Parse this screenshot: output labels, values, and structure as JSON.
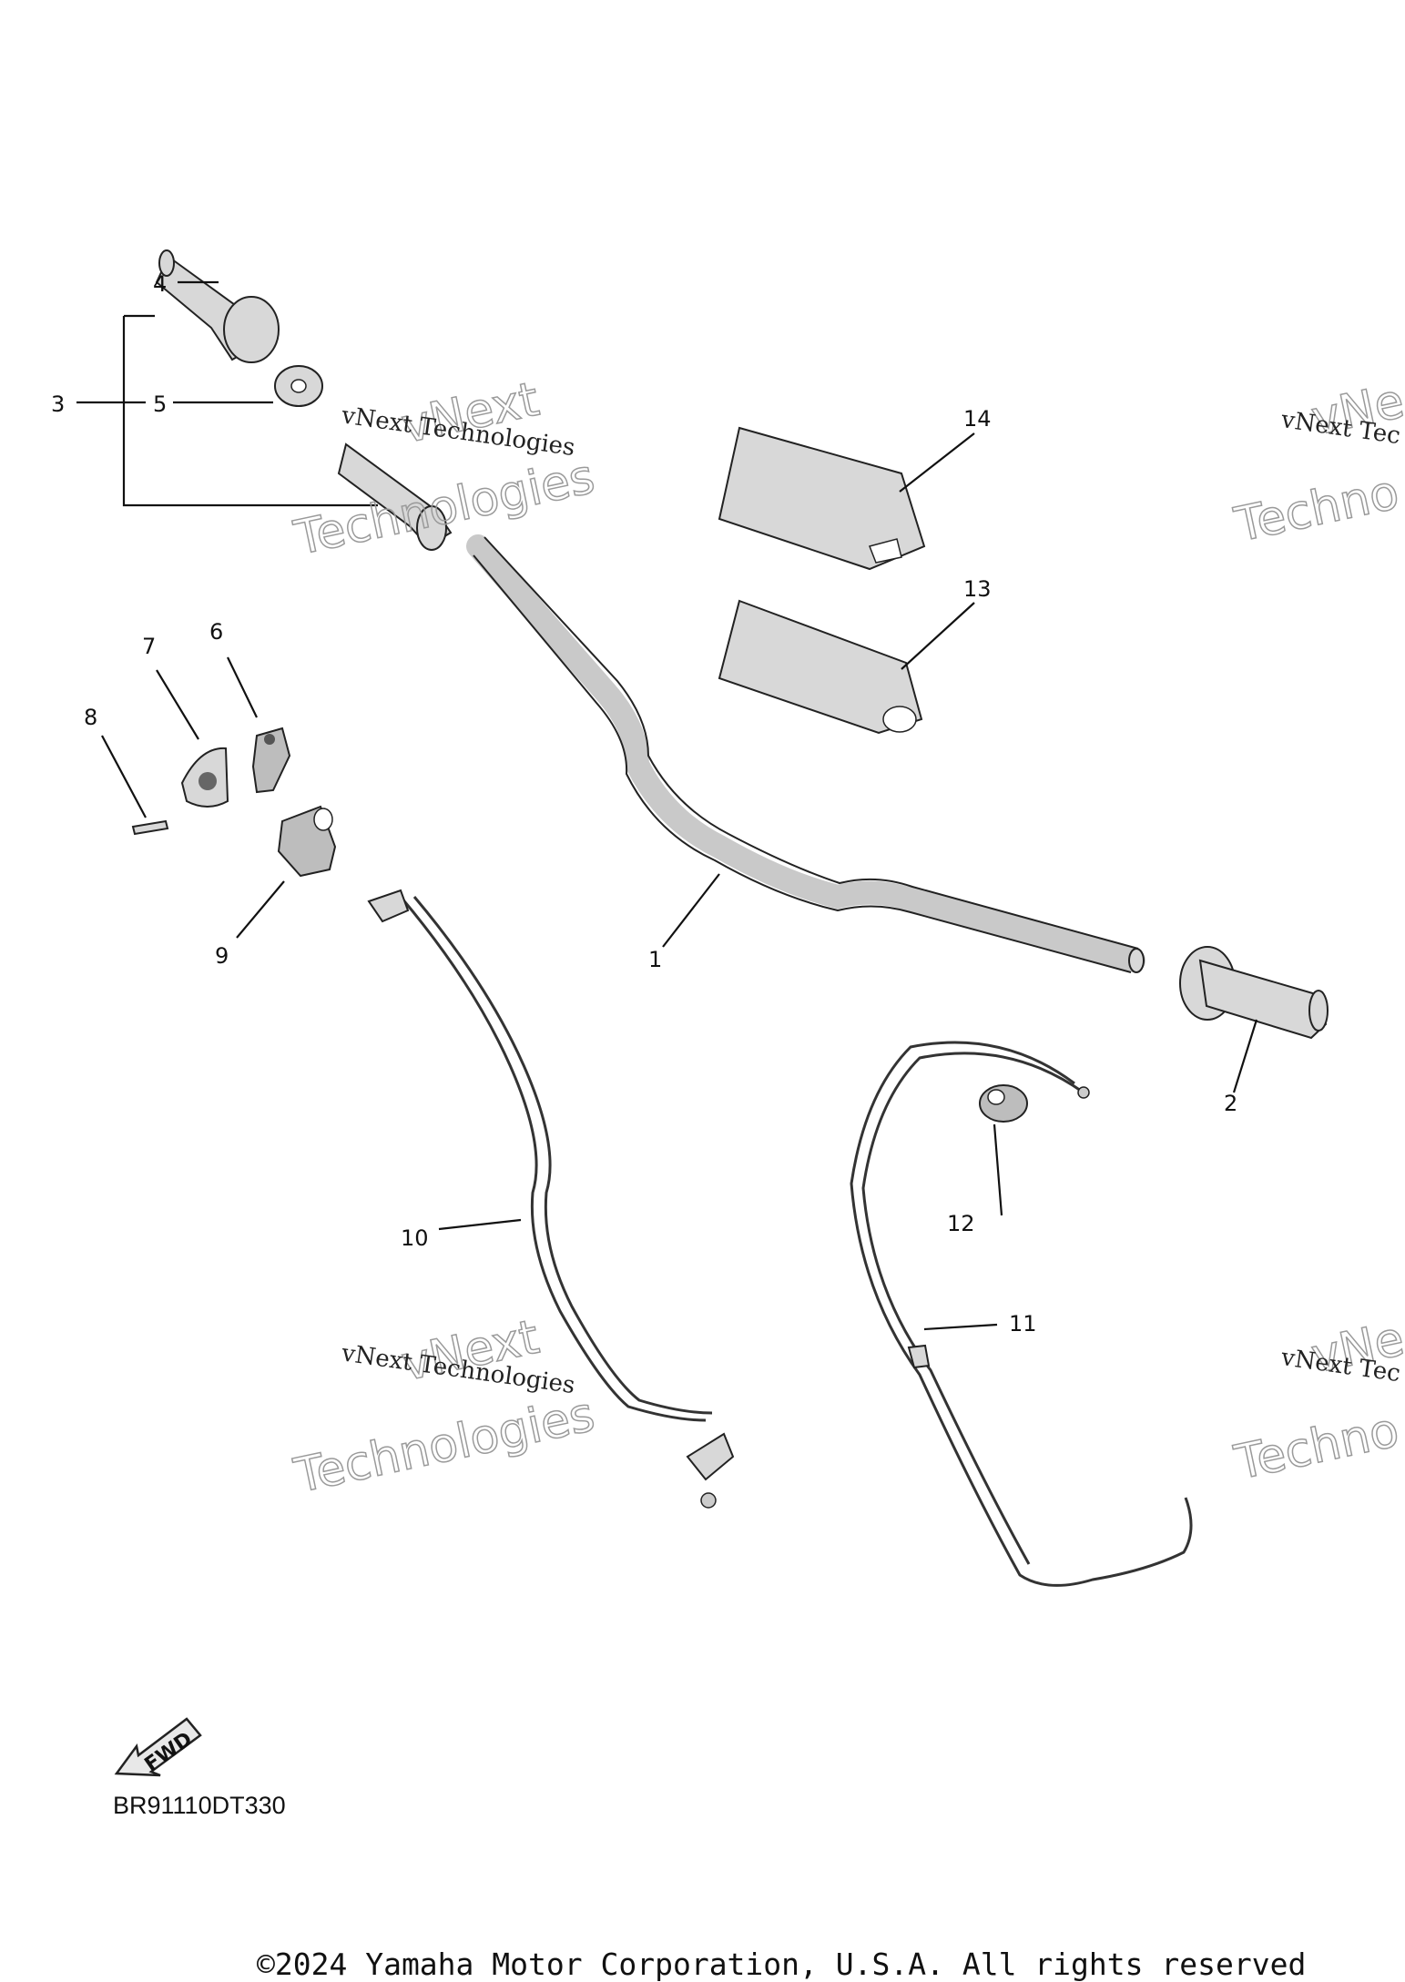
{
  "diagram": {
    "callouts": [
      "1",
      "2",
      "3",
      "4",
      "5",
      "6",
      "7",
      "8",
      "9",
      "10",
      "11",
      "12",
      "13",
      "14"
    ],
    "fwd_label": "FWD",
    "code": "BR91110DT330"
  },
  "watermarks": [
    {
      "small": "vNext Technologies",
      "big_line1": "vNext",
      "big_line2": "Technologies"
    },
    {
      "small": "vNext Tec",
      "big_line1": "vNe",
      "big_line2": "Techno"
    },
    {
      "small": "vNext Technologies",
      "big_line1": "vNext",
      "big_line2": "Technologies"
    },
    {
      "small": "vNext Tec",
      "big_line1": "vNe",
      "big_line2": "Techno"
    }
  ],
  "footer": {
    "copyright": "©2024 Yamaha Motor Corporation, U.S.A. All rights reserved"
  }
}
